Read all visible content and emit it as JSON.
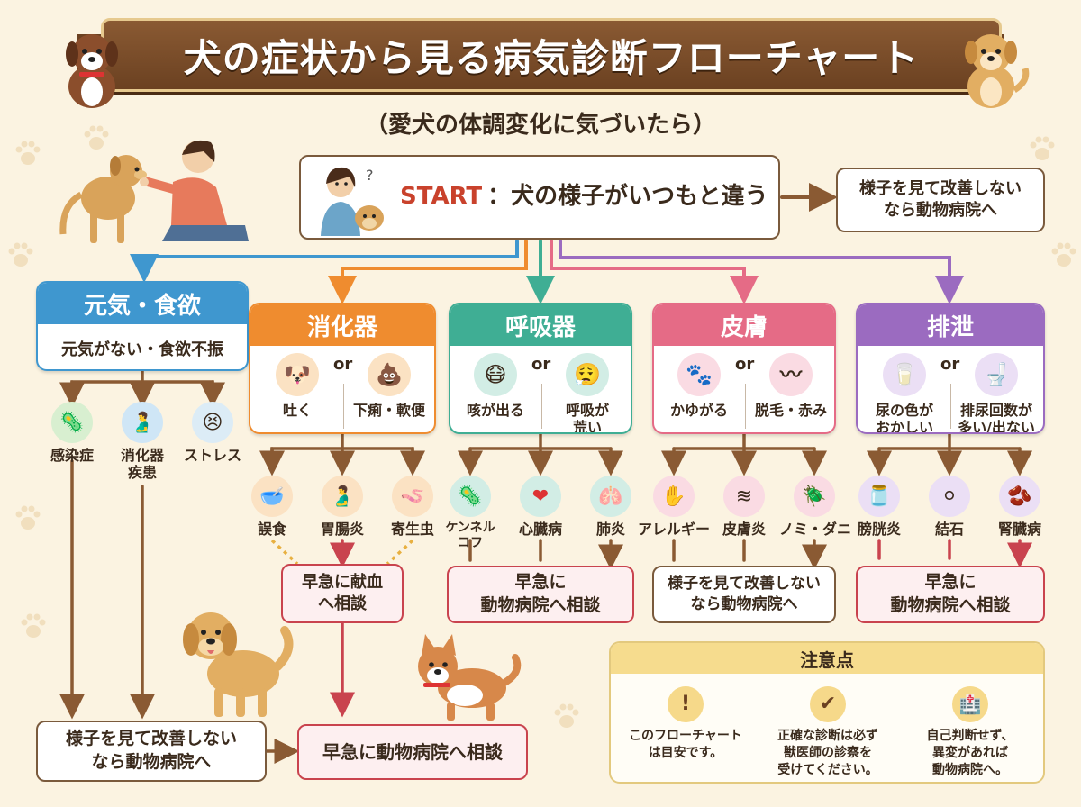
{
  "title": "犬の症状から見る病気診断フローチャート",
  "subtitle": "（愛犬の体調変化に気づいたら）",
  "start": {
    "prefix": "START",
    "text": "：犬の様子がいつもと違う"
  },
  "side_box": "様子を見て改善しない\nなら動物病院へ",
  "colors": {
    "genki": "#3f97cf",
    "shoka": "#ef8c2f",
    "kokyu": "#3fae94",
    "hifu": "#e56b86",
    "haisetsu": "#9b6bc0",
    "wire": "#8a5a33",
    "urgent": "#c9434e"
  },
  "categories": [
    {
      "key": "genki",
      "name": "元気・食欲",
      "symptom": "元気がない・食欲不振",
      "diseases": [
        {
          "label": "感染症",
          "icon": "virus-icon"
        },
        {
          "label": "消化器\n疾患",
          "icon": "stomach-icon"
        },
        {
          "label": "ストレス",
          "icon": "stressed-face-icon"
        }
      ]
    },
    {
      "key": "shoka",
      "name": "消化器",
      "options": [
        {
          "label": "吐く",
          "icon": "vomiting-dog-icon"
        },
        {
          "label": "下痢・軟便",
          "icon": "stool-icon"
        }
      ],
      "diseases": [
        {
          "label": "誤食",
          "icon": "food-bowl-icon"
        },
        {
          "label": "胃腸炎",
          "icon": "stomach-icon"
        },
        {
          "label": "寄生虫",
          "icon": "worm-icon"
        }
      ],
      "result": "早急に献血\nへ相談"
    },
    {
      "key": "kokyu",
      "name": "呼吸器",
      "options": [
        {
          "label": "咳が出る",
          "icon": "coughing-head-icon"
        },
        {
          "label": "呼吸が\n荒い",
          "icon": "breathing-head-icon"
        }
      ],
      "diseases": [
        {
          "label": "ケンネル\nコフ",
          "icon": "germ-icon"
        },
        {
          "label": "心臓病",
          "icon": "heart-icon"
        },
        {
          "label": "肺炎",
          "icon": "lungs-icon"
        }
      ],
      "result": "早急に\n動物病院へ相談"
    },
    {
      "key": "hifu",
      "name": "皮膚",
      "options": [
        {
          "label": "かゆがる",
          "icon": "scratching-paw-icon"
        },
        {
          "label": "脱毛・赤み",
          "icon": "skin-hair-icon"
        }
      ],
      "diseases": [
        {
          "label": "アレルギー",
          "icon": "allergy-paw-icon"
        },
        {
          "label": "皮膚炎",
          "icon": "skin-layer-icon"
        },
        {
          "label": "ノミ・ダニ",
          "icon": "flea-icon"
        }
      ],
      "result": "様子を見て改善しない\nなら動物病院へ"
    },
    {
      "key": "haisetsu",
      "name": "排泄",
      "options": [
        {
          "label": "尿の色が\nおかしい",
          "icon": "urine-cup-icon"
        },
        {
          "label": "排尿回数が\n多い/出ない",
          "icon": "toilet-icon"
        }
      ],
      "diseases": [
        {
          "label": "膀胱炎",
          "icon": "bladder-icon"
        },
        {
          "label": "結石",
          "icon": "stones-icon"
        },
        {
          "label": "腎臓病",
          "icon": "kidney-icon"
        }
      ],
      "result": "早急に\n動物病院へ相談"
    }
  ],
  "bottom_left": "様子を見て改善しない\nなら動物病院へ",
  "bottom_center": "早急に動物病院へ相談",
  "notes": {
    "title": "注意点",
    "items": [
      {
        "icon": "exclamation-icon",
        "text": "このフローチャート\nは目安です。"
      },
      {
        "icon": "check-icon",
        "text": "正確な診断は必ず\n獣医師の診察を\n受けてください。"
      },
      {
        "icon": "hospital-icon",
        "text": "自己判断せず、\n異変があれば\n動物病院へ。"
      }
    ]
  }
}
